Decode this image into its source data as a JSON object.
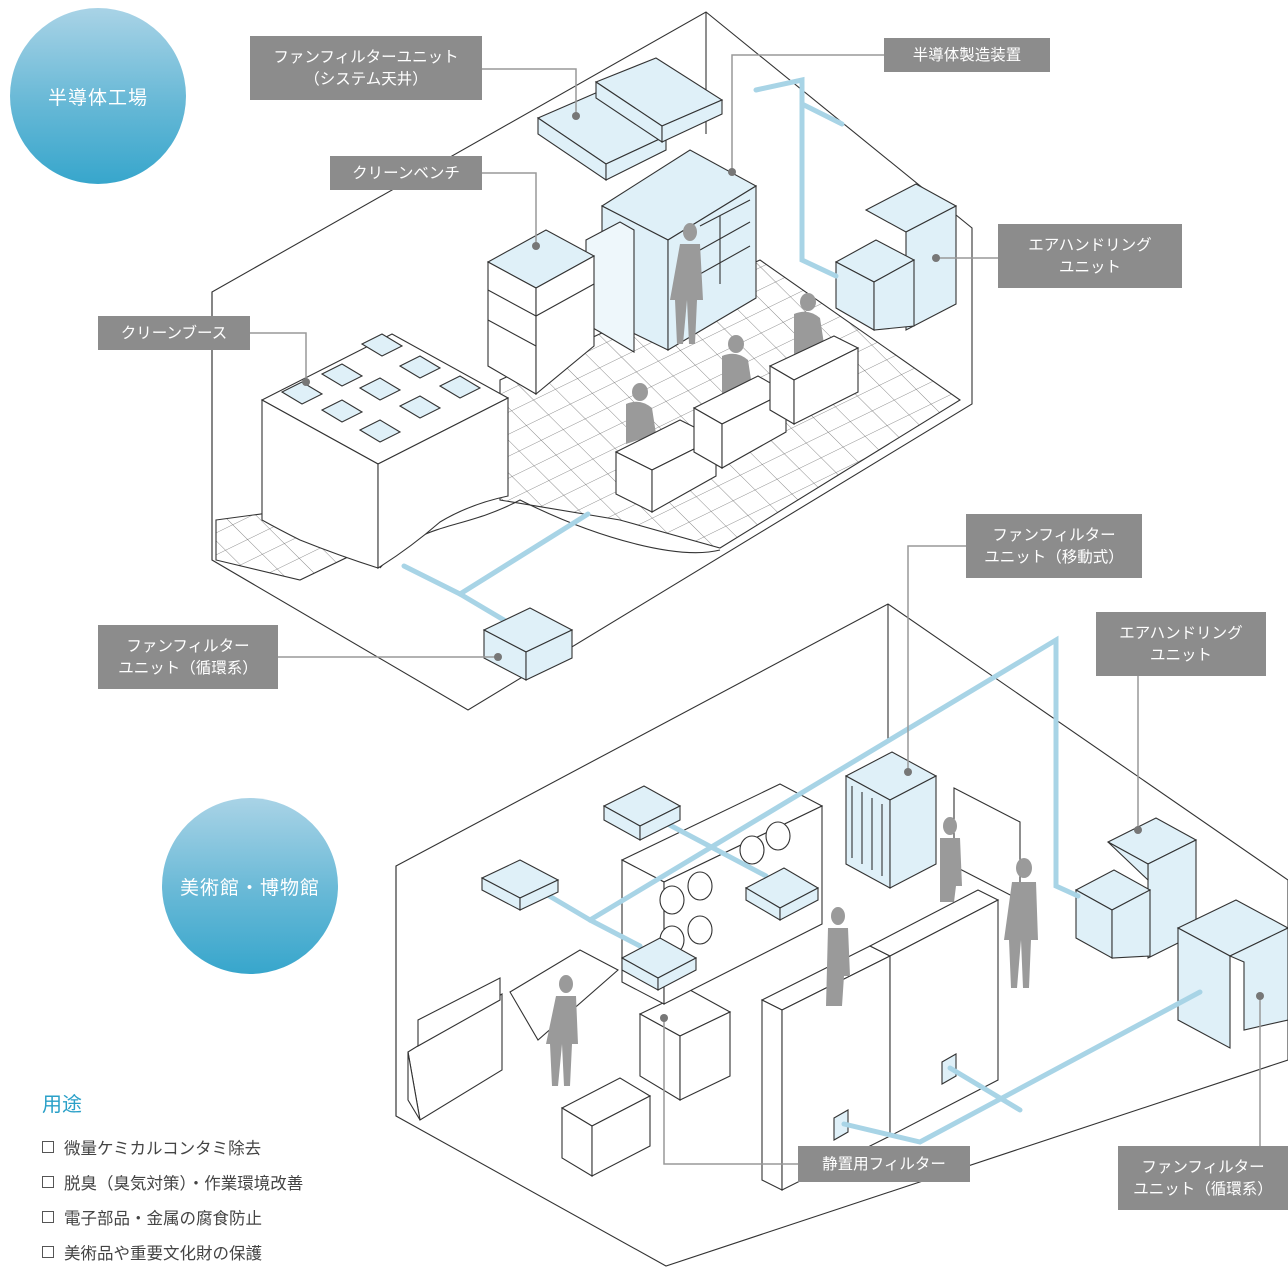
{
  "sections": {
    "factory": "半導体工場",
    "museum": "美術館・博物館"
  },
  "labels": {
    "ffu_ceiling": [
      "ファンフィルターユニット",
      "（システム天井）"
    ],
    "semi_equipment": [
      "半導体製造装置"
    ],
    "clean_bench": [
      "クリーンベンチ"
    ],
    "ahu_top": [
      "エアハンドリング",
      "ユニット"
    ],
    "clean_booth": [
      "クリーンブース"
    ],
    "ffu_circ_top": [
      "ファンフィルター",
      "ユニット（循環系）"
    ],
    "ffu_mobile": [
      "ファンフィルター",
      "ユニット（移動式）"
    ],
    "ahu_bottom": [
      "エアハンドリング",
      "ユニット"
    ],
    "ffu_circ_bottom": [
      "ファンフィルター",
      "ユニット（循環系）"
    ],
    "static_filter": [
      "静置用フィルター"
    ]
  },
  "usage": {
    "heading": "用途",
    "items": [
      "微量ケミカルコンタミ除去",
      "脱臭（臭気対策）・作業環境改善",
      "電子部品・金属の腐食防止",
      "美術品や重要文化財の保護"
    ]
  },
  "colors": {
    "label_bg": "#8c8c8c",
    "duct": "#a8d4e6",
    "unit_fill": "#dff0f8",
    "line": "#333333",
    "accent": "#2aa0c8"
  }
}
